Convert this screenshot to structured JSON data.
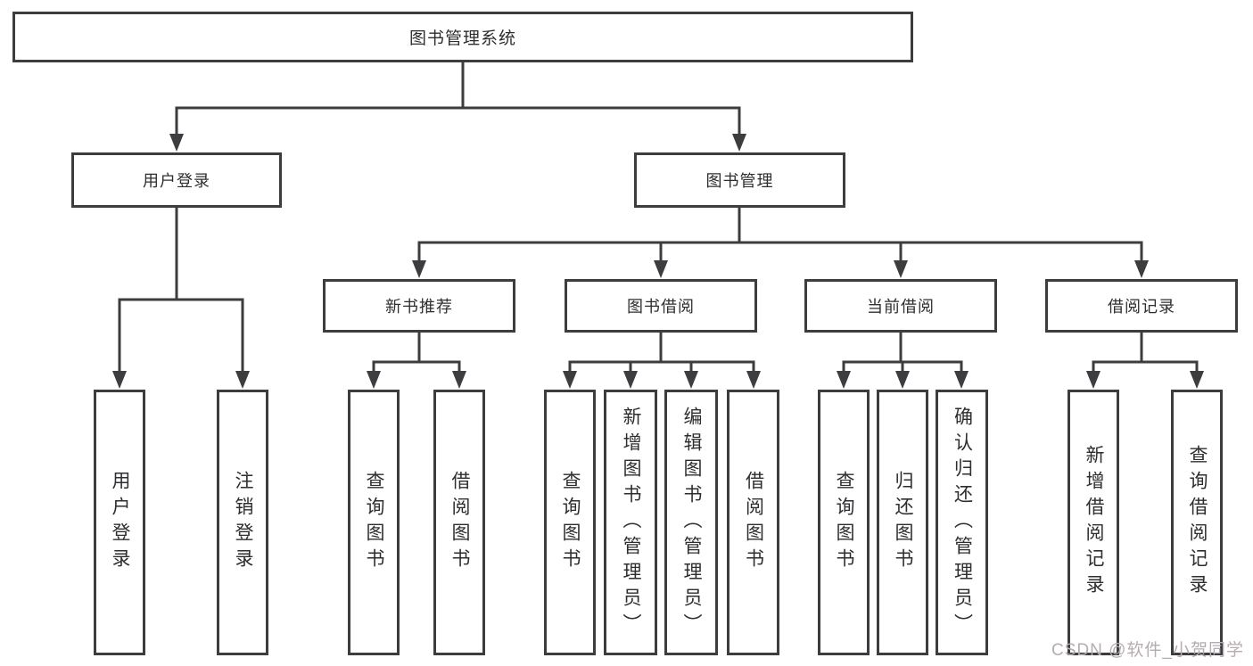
{
  "colors": {
    "background": "#ffffff",
    "box_border": "#3d3d3f",
    "connector_line": "#3d3d3f",
    "text": "#2e2e30",
    "watermark_text": "#b4acb0"
  },
  "root": {
    "label": "图书管理系统"
  },
  "branches": [
    {
      "label": "用户登录",
      "children": [
        {
          "label": "用户登录"
        },
        {
          "label": "注销登录"
        }
      ]
    },
    {
      "label": "图书管理",
      "sections": [
        {
          "label": "新书推荐",
          "children": [
            {
              "label": "查询图书"
            },
            {
              "label": "借阅图书"
            }
          ]
        },
        {
          "label": "图书借阅",
          "children": [
            {
              "label": "查询图书"
            },
            {
              "label": "新增图书（管理员）"
            },
            {
              "label": "编辑图书（管理员）"
            },
            {
              "label": "借阅图书"
            }
          ]
        },
        {
          "label": "当前借阅",
          "children": [
            {
              "label": "查询图书"
            },
            {
              "label": "归还图书"
            },
            {
              "label": "确认归还（管理员）"
            }
          ]
        },
        {
          "label": "借阅记录",
          "children": [
            {
              "label": "新增借阅记录"
            },
            {
              "label": "查询借阅记录"
            }
          ]
        }
      ]
    }
  ],
  "watermark": {
    "text": "CSDN @软件_小贺同学"
  }
}
